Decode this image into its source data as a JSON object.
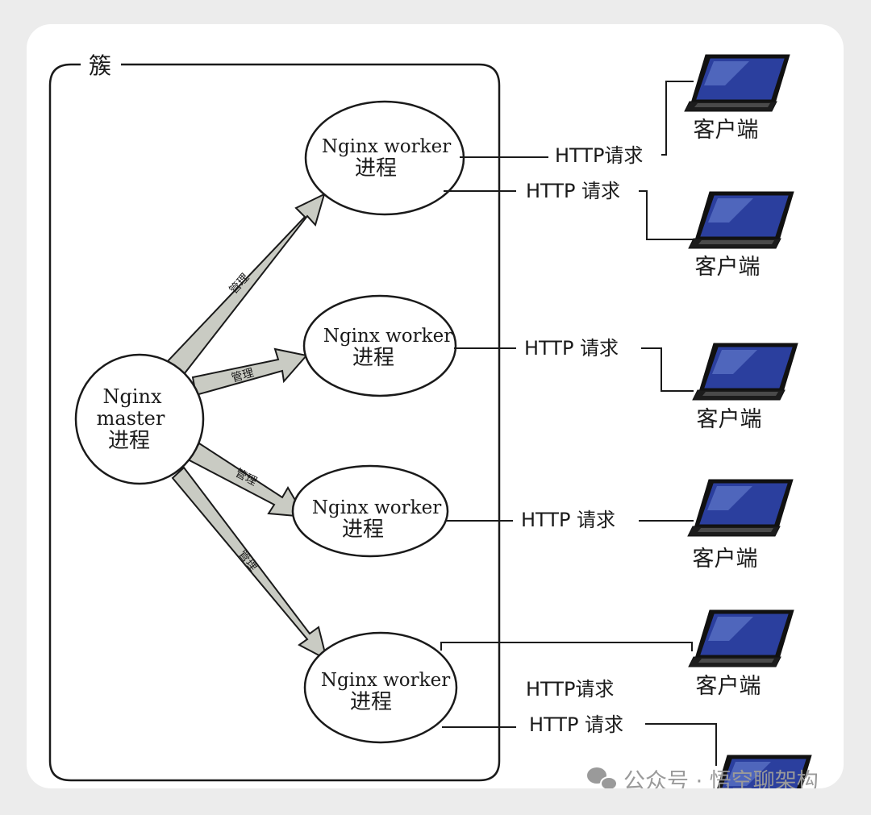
{
  "cluster": {
    "label": "簇"
  },
  "master": {
    "line1": "Nginx",
    "line2": "master",
    "line3": "进程"
  },
  "workers": [
    {
      "line1": "Nginx worker",
      "line2": "进程"
    },
    {
      "line1": "Nginx worker",
      "line2": "进程"
    },
    {
      "line1": "Nginx worker",
      "line2": "进程"
    },
    {
      "line1": "Nginx worker",
      "line2": "进程"
    }
  ],
  "arrow_label": "管理",
  "requests": [
    {
      "label": "HTTP请求"
    },
    {
      "label": "HTTP 请求"
    },
    {
      "label": "HTTP 请求"
    },
    {
      "label": "HTTP 请求"
    },
    {
      "label": "HTTP请求"
    },
    {
      "label": "HTTP 请求"
    }
  ],
  "clients": [
    {
      "label": "客户端"
    },
    {
      "label": "客户端"
    },
    {
      "label": "客户端"
    },
    {
      "label": "客户端"
    },
    {
      "label": "客户端"
    },
    {
      "label": ""
    }
  ],
  "watermark": {
    "text": "公众号 · 悟空聊架构"
  },
  "colors": {
    "line": "#1a1a1a",
    "arrow_fill": "#c9cbc3",
    "screen": "#2b3f9e",
    "screen_glare": "#6d86d6"
  }
}
